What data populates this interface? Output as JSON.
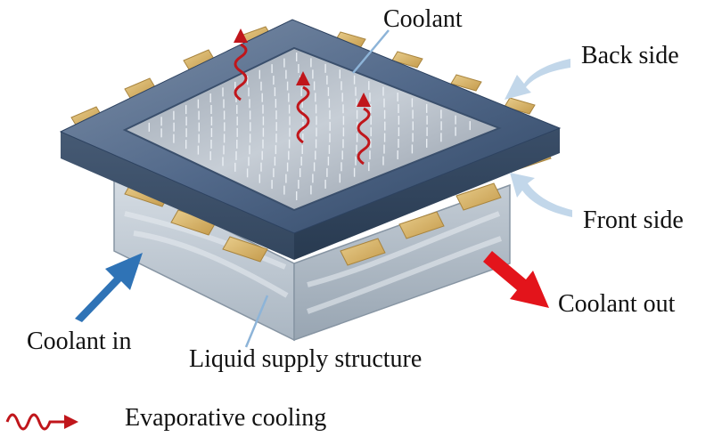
{
  "labels": {
    "coolant": "Coolant",
    "back_side": "Back side",
    "front_side": "Front side",
    "coolant_out": "Coolant out",
    "coolant_in": "Coolant in",
    "liquid_supply": "Liquid supply structure"
  },
  "legend": {
    "evaporative_cooling": "Evaporative cooling"
  },
  "colors": {
    "frame": "#3f5777",
    "frame_light": "#6b809c",
    "coolant_surface": "#b4bcc6",
    "pads": "#d9b56a",
    "container": "#c4cdd6",
    "evaporation_arrow": "#c0161b",
    "inlet_arrow": "#2f73b6",
    "outlet_arrow": "#e3141b",
    "side_arrow": "#c2d7ea",
    "leader_line": "#8db4d8"
  }
}
